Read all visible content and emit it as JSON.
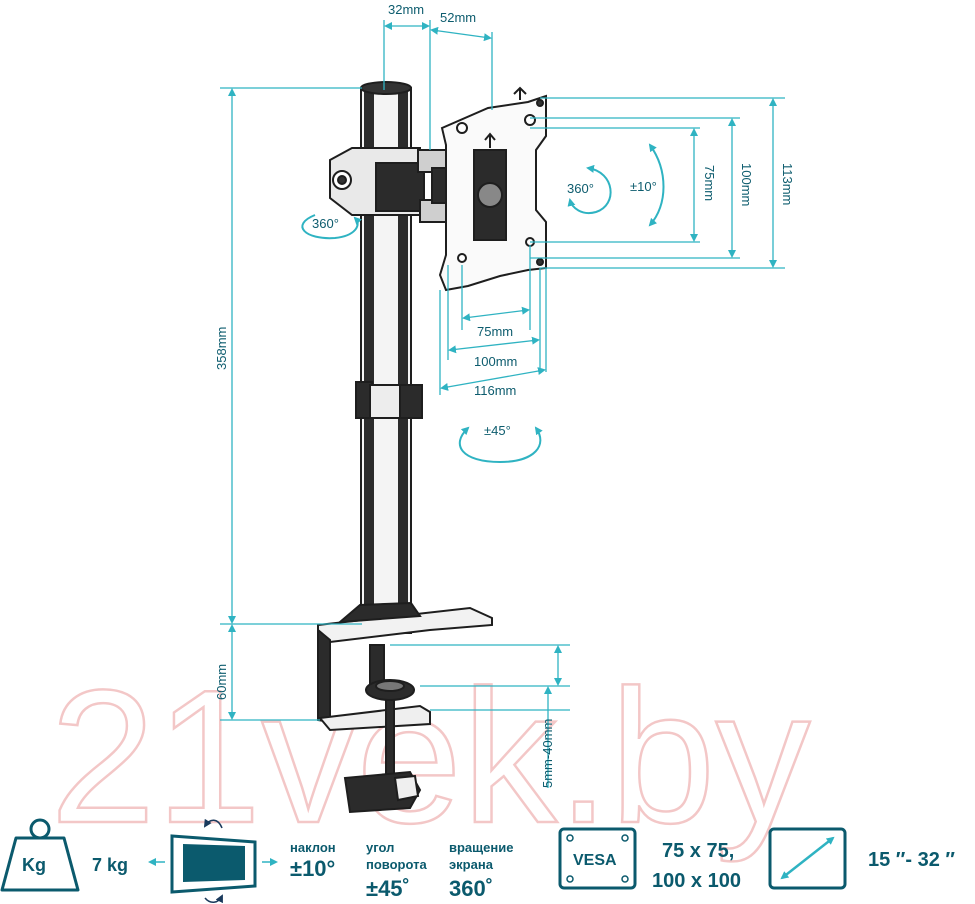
{
  "watermark": "21vek.by",
  "colors": {
    "dimension": "#2fb3c2",
    "spec_text": "#0b5a6d",
    "mount_metal": "#2a2a2a",
    "watermark": "#f3c7c7"
  },
  "dimensions": {
    "pole_diameter": "32mm",
    "arm_offset": "52mm",
    "pole_height": "358mm",
    "clamp_height": "60mm",
    "clamp_range": "5mm-40mm",
    "vesa_h_75": "75mm",
    "vesa_h_100": "100mm",
    "plate_width": "116mm",
    "vesa_v_75": "75mm",
    "vesa_v_100": "100mm",
    "plate_height": "113mm",
    "pole_rotation": "360°",
    "screen_rotation": "360°",
    "tilt": "±10°",
    "swivel": "±45°"
  },
  "specs": {
    "weight_icon_label": "Kg",
    "weight_value": "7 kg",
    "tilt_title": "наклон",
    "tilt_value": "±10°",
    "swivel_title_line1": "угол",
    "swivel_title_line2": "поворота",
    "swivel_value": "±45˚",
    "rotation_title_line1": "вращение",
    "rotation_title_line2": "экрана",
    "rotation_value": "360˚",
    "vesa_label": "VESA",
    "vesa_value_line1": "75 x 75,",
    "vesa_value_line2": "100 x 100",
    "screen_size": "15 ″- 32 ″"
  }
}
